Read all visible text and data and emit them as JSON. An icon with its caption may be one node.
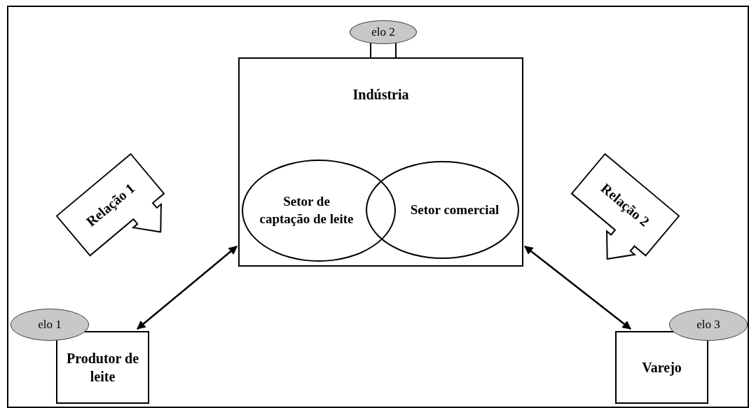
{
  "diagram": {
    "nodes": [
      {
        "text": [
          "elo 2"
        ]
      },
      {
        "text": [
          "Indústria"
        ]
      },
      {
        "text": [
          "Setor de captação de leite"
        ],
        "in": 1
      },
      {
        "text": [
          "Setor comercial"
        ],
        "in": 1
      },
      {
        "text": [
          "Relação 1"
        ]
      },
      {
        "text": [
          "Relação 2"
        ]
      },
      {
        "text": [
          "elo 1"
        ]
      },
      {
        "text": [
          "Produtor de leite"
        ]
      },
      {
        "text": [
          "elo 3"
        ]
      },
      {
        "text": [
          "Varejo"
        ]
      }
    ],
    "edges": [
      {
        "from": 7,
        "to": 1,
        "arrow": "both"
      },
      {
        "from": 1,
        "to": 9,
        "arrow": "both"
      }
    ]
  }
}
